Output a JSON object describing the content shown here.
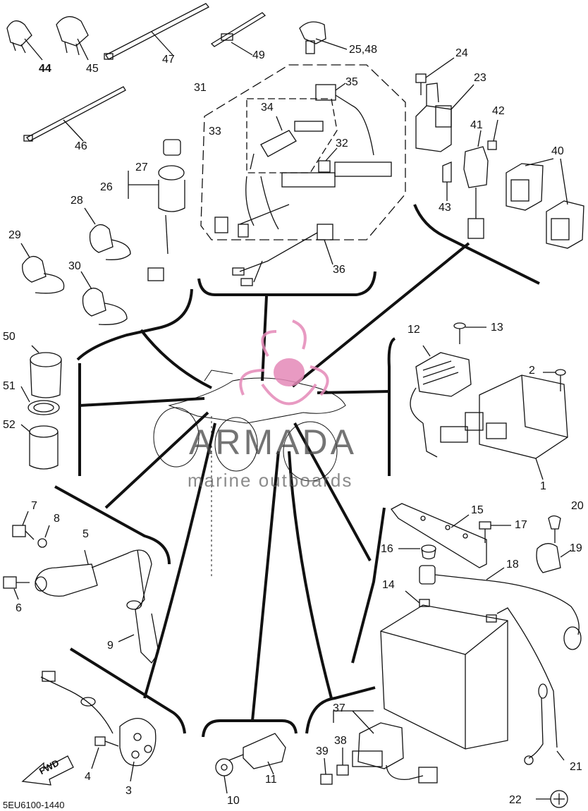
{
  "diagram_code": "5EU6100-1440",
  "watermark": {
    "title": "ARMADA",
    "subtitle": "marine outboards",
    "logo_color": "#e589b8"
  },
  "fwd_label": "FWD",
  "callouts": {
    "c1": "1",
    "c2": "2",
    "c3": "3",
    "c4": "4",
    "c5": "5",
    "c6": "6",
    "c7": "7",
    "c8": "8",
    "c9": "9",
    "c10": "10",
    "c11": "11",
    "c12": "12",
    "c13": "13",
    "c14": "14",
    "c15": "15",
    "c16": "16",
    "c17": "17",
    "c18": "18",
    "c19": "19",
    "c20": "20",
    "c21": "21",
    "c22": "22",
    "c23": "23",
    "c24": "24",
    "c25_48": "25,48",
    "c26": "26",
    "c27": "27",
    "c28": "28",
    "c29": "29",
    "c30": "30",
    "c31": "31",
    "c32": "32",
    "c33": "33",
    "c34": "34",
    "c35": "35",
    "c36": "36",
    "c37": "37",
    "c38": "38",
    "c39": "39",
    "c40": "40",
    "c41": "41",
    "c42": "42",
    "c43": "43",
    "c44": "44",
    "c45": "45",
    "c46": "46",
    "c47": "47",
    "c49": "49",
    "c50": "50",
    "c51": "51",
    "c52": "52"
  }
}
